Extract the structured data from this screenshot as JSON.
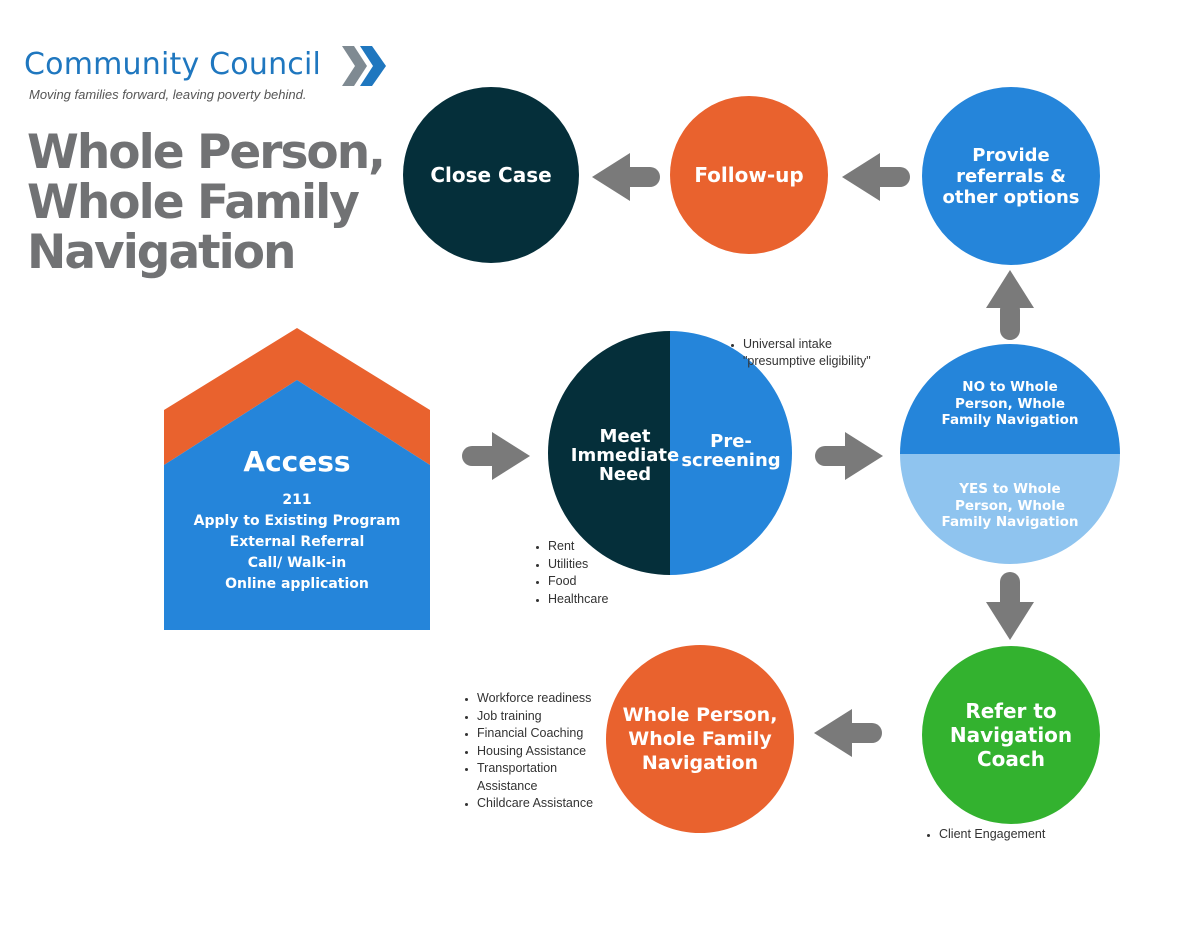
{
  "logo": {
    "name": "Community Council",
    "tagline": "Moving families forward, leaving poverty behind.",
    "chevron_colors": [
      "#7f8a92",
      "#1f77bf"
    ]
  },
  "title": "Whole Person, Whole Family Navigation",
  "access": {
    "title": "Access",
    "items": [
      "211",
      "Apply to Existing Program",
      "External Referral",
      "Call/ Walk-in",
      "Online application"
    ]
  },
  "screening": {
    "left": "Meet\nImmediate\nNeed",
    "right": "Pre-\nscreening",
    "intake_bullets": [
      "Universal intake\n\"presumptive eligibility\""
    ],
    "need_bullets": [
      "Rent",
      "Utilities",
      "Food",
      "Healthcare"
    ]
  },
  "decision": {
    "no": "NO to Whole\nPerson, Whole\nFamily Navigation",
    "yes": "YES to Whole\nPerson, Whole\nFamily Navigation"
  },
  "steps": {
    "close_case": "Close Case",
    "follow_up": "Follow-up",
    "provide_referrals": "Provide\nreferrals &\nother options",
    "refer_coach": "Refer to\nNavigation\nCoach",
    "navigation": "Whole Person,\nWhole Family\nNavigation"
  },
  "coach_bullets": [
    "Client Engagement"
  ],
  "navigation_bullets": [
    "Workforce readiness",
    "Job training",
    "Financial Coaching",
    "Housing Assistance",
    "Transportation Assistance",
    "Childcare Assistance"
  ],
  "colors": {
    "dark": "#052f3a",
    "orange": "#e9622e",
    "blue": "#2585da",
    "light_blue": "#8fc4ef",
    "green": "#33b22f",
    "arrow": "#7a7a7a",
    "title_gray": "#717274"
  }
}
